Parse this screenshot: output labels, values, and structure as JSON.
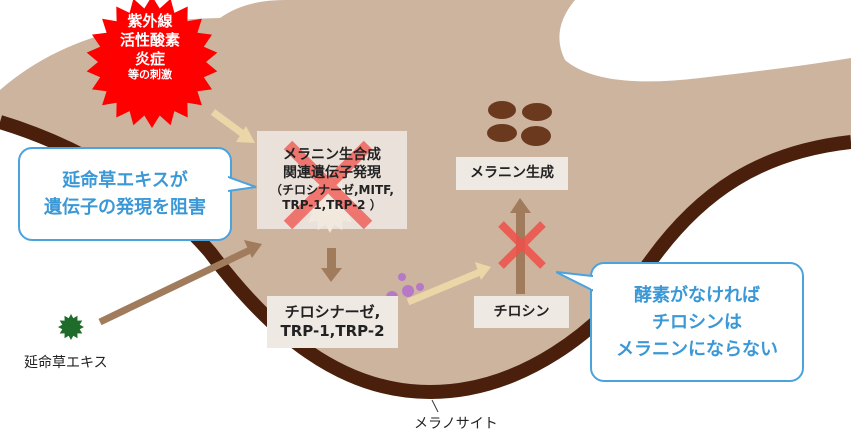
{
  "stimulus": {
    "lines": [
      "紫外線",
      "活性酸素",
      "炎症"
    ],
    "small": "等の刺激"
  },
  "gene_box": {
    "lines": [
      "メラニン生合成",
      "関連遺伝子発現"
    ],
    "sub": [
      "（チロシナーゼ,MITF,",
      "TRP-1,TRP-2 ）"
    ]
  },
  "enzyme_box": {
    "lines": [
      "チロシナーゼ,",
      "TRP-1,TRP-2"
    ]
  },
  "melanin_box": {
    "label": "メラニン生成"
  },
  "tyrosine_box": {
    "label": "チロシン"
  },
  "callout_left": {
    "lines": [
      "延命草エキスが",
      "遺伝子の発現を阻害"
    ]
  },
  "callout_right": {
    "lines": [
      "酵素がなければ",
      "チロシンは",
      "メラニンにならない"
    ]
  },
  "extract_label": "延命草エキス",
  "cell_label": "メラノサイト",
  "colors": {
    "cell": "#cdb49e",
    "membrane": "#4a200c",
    "starburst": "#ff0000",
    "callout": "#4aa3dd",
    "cross": "#f0504a",
    "arrow": "#a07c5c"
  }
}
